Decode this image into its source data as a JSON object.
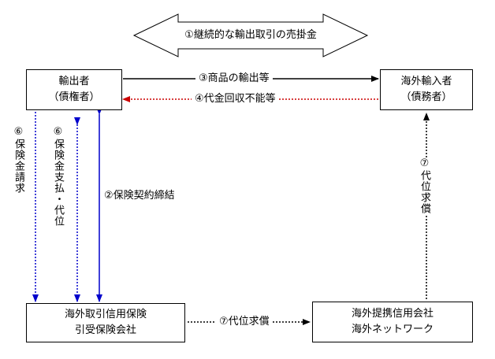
{
  "banner": "①継続的な輸出取引の売掛金",
  "exporter": {
    "line1": "輸出者",
    "line2": "（債権者）"
  },
  "importer": {
    "line1": "海外輸入者",
    "line2": "（債務者）"
  },
  "insurer": {
    "line1": "海外取引信用保険",
    "line2": "引受保険会社"
  },
  "partner": {
    "line1": "海外提携信用会社",
    "line2": "海外ネットワーク"
  },
  "flows": {
    "export": "③商品の輸出等",
    "default": "④代金回収不能等",
    "contract": "②保険契約締結",
    "claim": "⑥保険金請求",
    "payment": "⑥保険金支払・代位",
    "subrogation_right": "⑦代位求償",
    "subrogation_bottom": "⑦代位求償"
  },
  "colors": {
    "solid": "#000000",
    "dotted_black": "#000000",
    "dotted_red": "#cc0000",
    "blue": "#0000cc"
  }
}
